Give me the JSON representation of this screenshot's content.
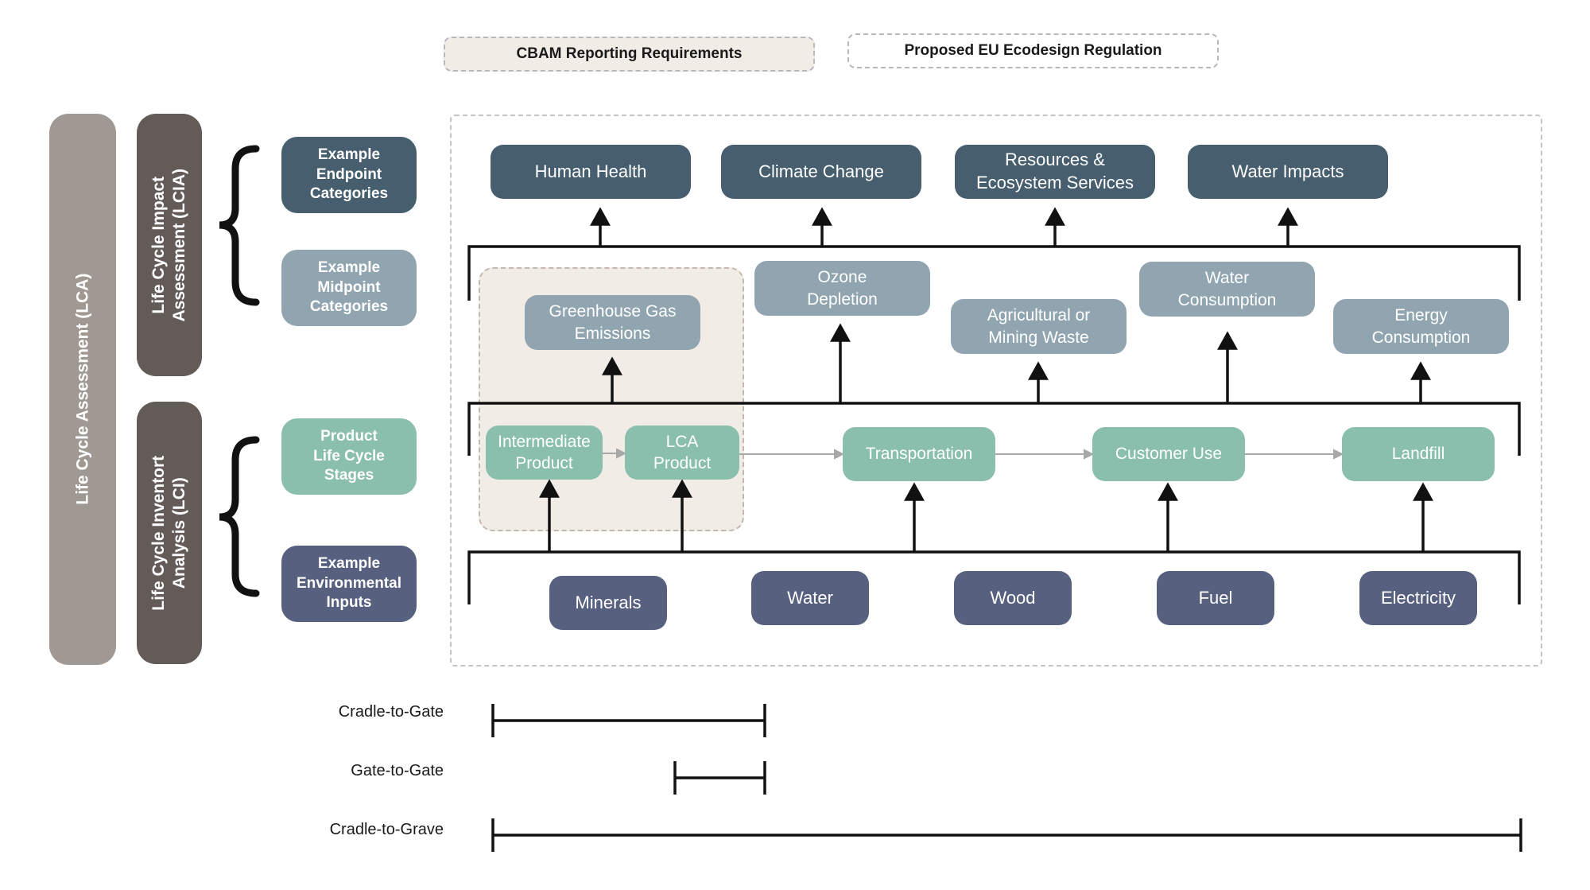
{
  "legend": {
    "cbam": "CBAM Reporting Requirements",
    "ecodesign": "Proposed EU Ecodesign Regulation"
  },
  "side": {
    "lca": "Life Cycle Assessment (LCA)",
    "lcia": [
      "Life Cycle Impact",
      "Assessment (LCIA)"
    ],
    "lci": [
      "Life Cycle Inventort",
      "Analysis (LCI)"
    ]
  },
  "categories": {
    "endpoint": [
      "Example",
      "Endpoint",
      "Categories"
    ],
    "midpoint": [
      "Example",
      "Midpoint",
      "Categories"
    ],
    "stages": [
      "Product",
      "Life Cycle",
      "Stages"
    ],
    "inputs": [
      "Example",
      "Environmental",
      "Inputs"
    ]
  },
  "endpoints": {
    "human_health": "Human Health",
    "climate_change": "Climate Change",
    "resources": [
      "Resources &",
      "Ecosystem Services"
    ],
    "water_impacts": "Water Impacts"
  },
  "midpoints": {
    "ghg": [
      "Greenhouse Gas",
      "Emissions"
    ],
    "ozone": [
      "Ozone",
      "Depletion"
    ],
    "agri": [
      "Agricultural or",
      "Mining Waste"
    ],
    "water": [
      "Water",
      "Consumption"
    ],
    "energy": [
      "Energy",
      "Consumption"
    ]
  },
  "stages": {
    "intermediate": [
      "Intermediate",
      "Product"
    ],
    "lca_product": [
      "LCA",
      "Product"
    ],
    "transportation": "Transportation",
    "customer_use": "Customer Use",
    "landfill": "Landfill"
  },
  "inputs": {
    "minerals": "Minerals",
    "water": "Water",
    "wood": "Wood",
    "fuel": "Fuel",
    "electricity": "Electricity"
  },
  "scopes": {
    "cradle_to_gate": "Cradle-to-Gate",
    "gate_to_gate": "Gate-to-Gate",
    "cradle_to_grave": "Cradle-to-Grave"
  },
  "colors": {
    "lca_bar": "#a09893",
    "lcia_bar": "#635b58",
    "endpoint": "#465e6e",
    "midpoint": "#91a5b1",
    "stage": "#8abfae",
    "input": "#58607f",
    "cbam_fill": "#f2ece7"
  }
}
